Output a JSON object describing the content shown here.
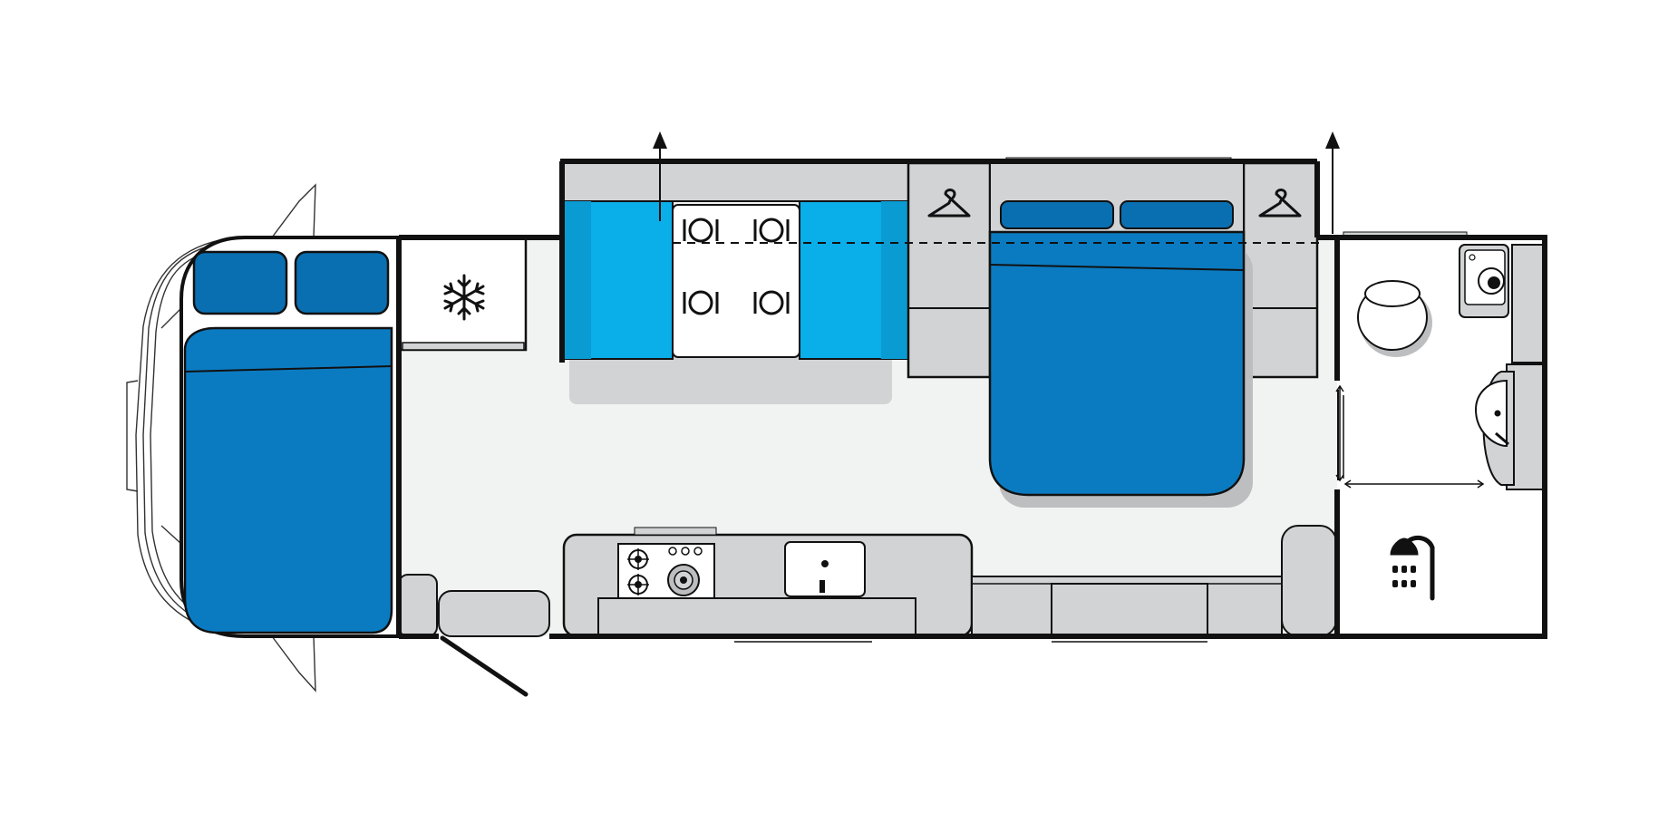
{
  "colors": {
    "background": "#ffffff",
    "floor": "#f1f2f2",
    "cabinetry": "#d1d3d4",
    "shadow": "#bcbec0",
    "mattress": "#0b7bc1",
    "pillow": "#0a6fb0",
    "dinette_seat": "#0aaee8",
    "walls": "#111111",
    "bathroom": "#ffffff"
  },
  "layout_features": [
    {
      "feature": "luton-bed",
      "icon": "bed-icon"
    },
    {
      "feature": "fridge",
      "icon": "snowflake-icon"
    },
    {
      "feature": "dinette",
      "icon": "place-setting-icon",
      "settings": 4
    },
    {
      "feature": "wardrobe",
      "icon": "coat-hanger-icon",
      "count": 2
    },
    {
      "feature": "island-bed",
      "icon": "bed-icon"
    },
    {
      "feature": "cooktop",
      "icon": "gas-burner-icon",
      "burners": 3
    },
    {
      "feature": "sink",
      "icon": "sink-icon"
    },
    {
      "feature": "ensuite",
      "icon": "shower-icon"
    },
    {
      "feature": "toilet",
      "icon": "toilet-icon"
    },
    {
      "feature": "washing-machine",
      "icon": "washing-machine-icon"
    },
    {
      "feature": "vanity-basin",
      "icon": "basin-icon"
    },
    {
      "feature": "slide-out",
      "icon": "arrow-up-icon",
      "count": 2
    },
    {
      "feature": "entry-door",
      "icon": "door-icon"
    }
  ]
}
